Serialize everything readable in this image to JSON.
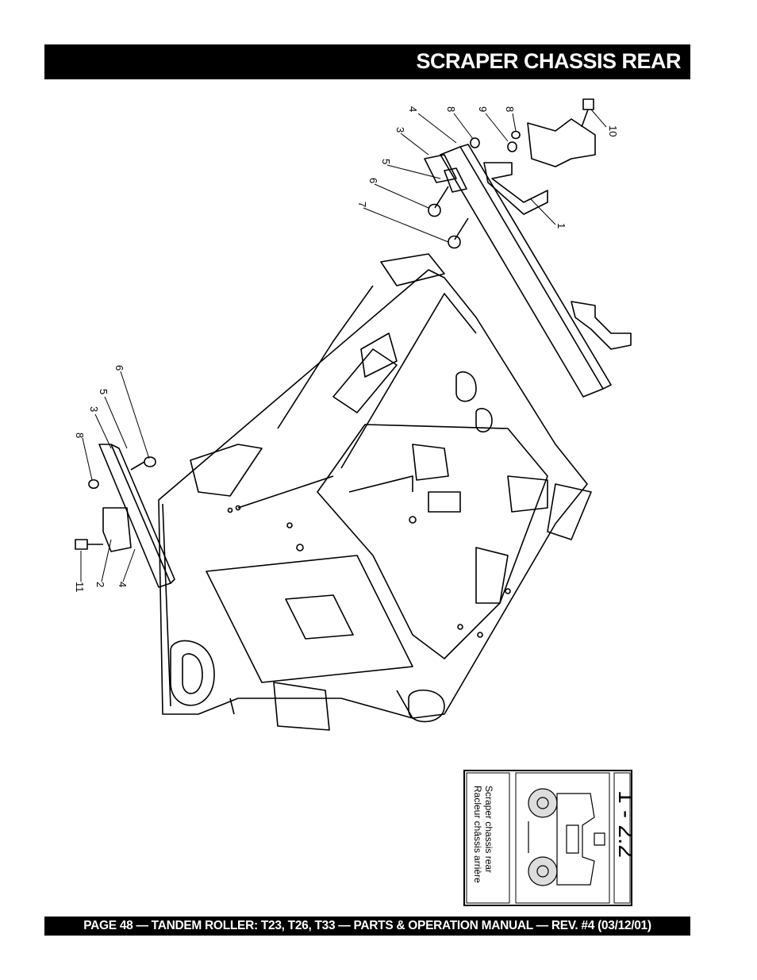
{
  "header": {
    "title": "SCRAPER CHASSIS REAR"
  },
  "footer": {
    "text": "PAGE 48 — TANDEM ROLLER: T23, T26, T33 — PARTS & OPERATION MANUAL — REV. #4 (03/12/01)"
  },
  "callouts": {
    "upper": [
      "4",
      "8",
      "9",
      "8",
      "10",
      "3",
      "5",
      "6",
      "7",
      "1"
    ],
    "lower": [
      "6",
      "5",
      "3",
      "8",
      "11",
      "2",
      "4"
    ]
  },
  "reference": {
    "code": "1 - 2.2",
    "label_en": "Scraper chassis rear",
    "label_fr": "Racleur châssis arrière"
  }
}
